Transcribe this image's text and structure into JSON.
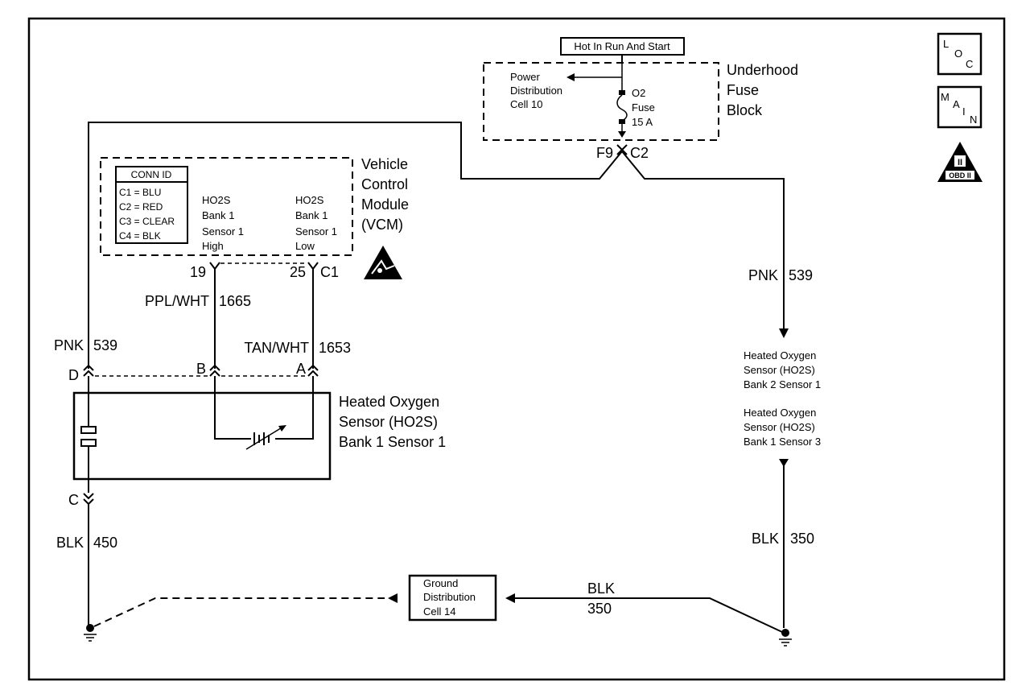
{
  "hot_label": "Hot In Run And Start",
  "fuse_block": {
    "line1": "Underhood",
    "line2": "Fuse",
    "line3": "Block"
  },
  "power_dist": {
    "line1": "Power",
    "line2": "Distribution",
    "line3": "Cell 10"
  },
  "fuse": {
    "line1": "O2",
    "line2": "Fuse",
    "line3": "15 A"
  },
  "fuse_pins": {
    "left": "F9",
    "right": "C2"
  },
  "conn_id": {
    "title": "CONN ID",
    "rows": [
      "C1 = BLU",
      "C2 = RED",
      "C3 = CLEAR",
      "C4 = BLK"
    ]
  },
  "vcm_pin_high": {
    "line1": "HO2S",
    "line2": "Bank 1",
    "line3": "Sensor 1",
    "line4": "High"
  },
  "vcm_pin_low": {
    "line1": "HO2S",
    "line2": "Bank 1",
    "line3": "Sensor 1",
    "line4": "Low"
  },
  "vcm": {
    "line1": "Vehicle",
    "line2": "Control",
    "line3": "Module",
    "line4": "(VCM)"
  },
  "vcm_pins": {
    "p19": "19",
    "p25": "25",
    "c1": "C1"
  },
  "wires": {
    "ppl_wht": "PPL/WHT",
    "n1665": "1665",
    "tan_wht": "TAN/WHT",
    "n1653": "1653",
    "pnk_left": "PNK",
    "n539_left": "539",
    "pnk_right": "PNK",
    "n539_right": "539",
    "blk_left": "BLK",
    "n450": "450",
    "blk_right": "BLK",
    "n350_right": "350",
    "blk_bottom": "BLK",
    "n350_bottom": "350"
  },
  "sensor_pins": {
    "d": "D",
    "b": "B",
    "a": "A",
    "c": "C"
  },
  "sensor": {
    "line1": "Heated Oxygen",
    "line2": "Sensor (HO2S)",
    "line3": "Bank 1 Sensor 1"
  },
  "right_sensor_1": {
    "line1": "Heated Oxygen",
    "line2": "Sensor (HO2S)",
    "line3": "Bank 2 Sensor 1"
  },
  "right_sensor_2": {
    "line1": "Heated Oxygen",
    "line2": "Sensor (HO2S)",
    "line3": "Bank 1 Sensor 3"
  },
  "ground_dist": {
    "line1": "Ground",
    "line2": "Distribution",
    "line3": "Cell 14"
  },
  "loc_icon": {
    "a": "L",
    "b": "O",
    "c": "C"
  },
  "main_icon": {
    "a": "M",
    "b": "A",
    "c": "I",
    "d": "N"
  },
  "obd_icon": {
    "badge": "II",
    "label": "OBD II"
  }
}
